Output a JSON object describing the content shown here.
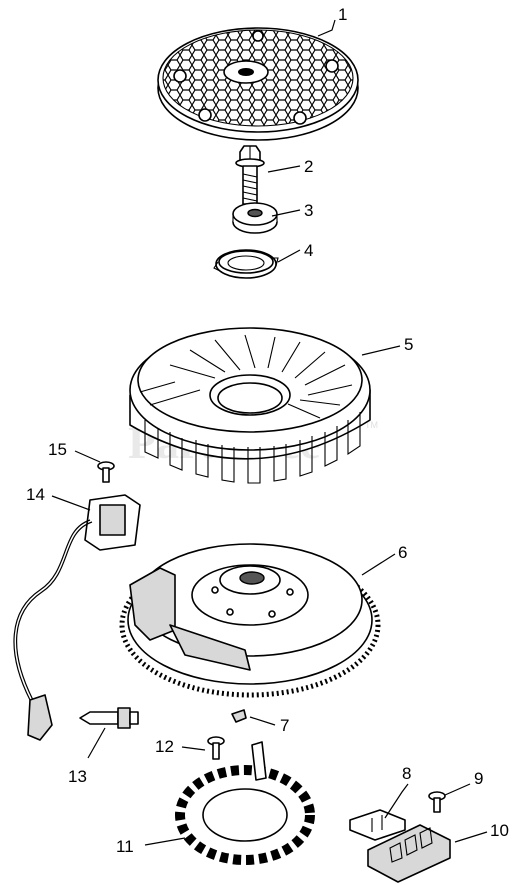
{
  "watermark": {
    "text": "PartsTree",
    "tm": "TM"
  },
  "callouts": [
    {
      "id": "1",
      "label": "1"
    },
    {
      "id": "2",
      "label": "2"
    },
    {
      "id": "3",
      "label": "3"
    },
    {
      "id": "4",
      "label": "4"
    },
    {
      "id": "5",
      "label": "5"
    },
    {
      "id": "6",
      "label": "6"
    },
    {
      "id": "7",
      "label": "7"
    },
    {
      "id": "8",
      "label": "8"
    },
    {
      "id": "9",
      "label": "9"
    },
    {
      "id": "10",
      "label": "10"
    },
    {
      "id": "11",
      "label": "11"
    },
    {
      "id": "12",
      "label": "12"
    },
    {
      "id": "13",
      "label": "13"
    },
    {
      "id": "14",
      "label": "14"
    },
    {
      "id": "15",
      "label": "15"
    }
  ]
}
